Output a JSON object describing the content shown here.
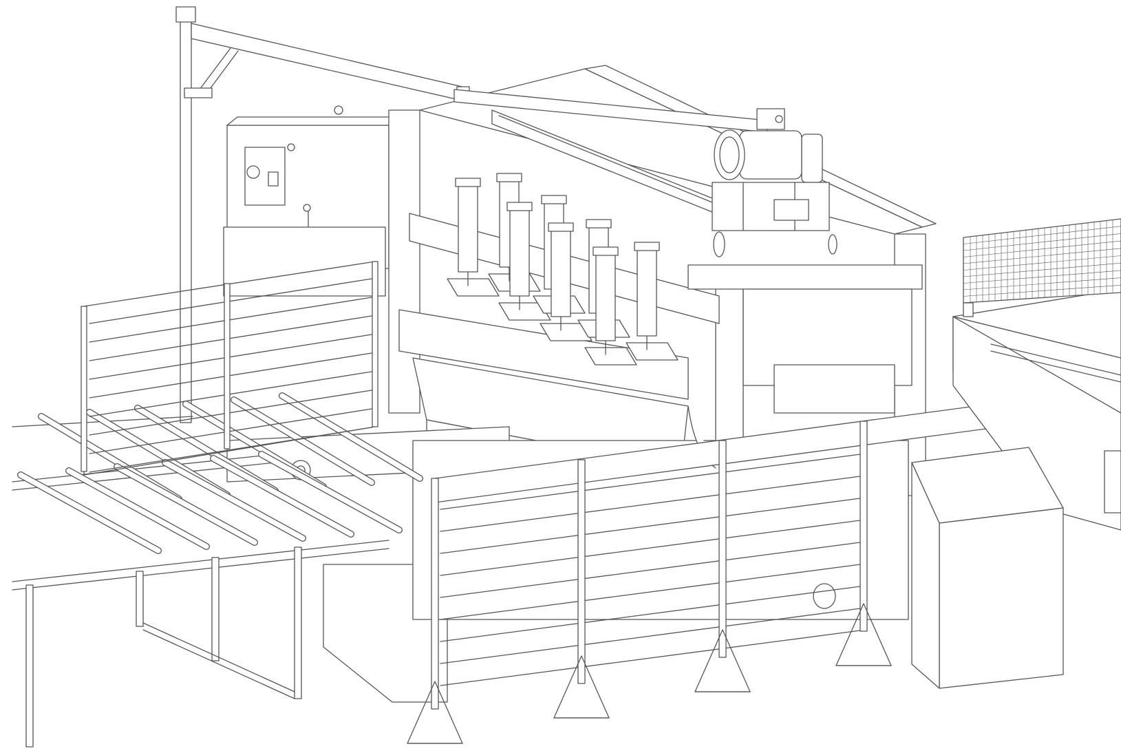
{
  "drawing": {
    "background": "#ffffff",
    "line_color": "#555555",
    "components": [
      {
        "id": "jib-crane"
      },
      {
        "id": "control-cabinet"
      },
      {
        "id": "saw-gantry"
      },
      {
        "id": "drive-motor"
      },
      {
        "id": "clamping-cylinders"
      },
      {
        "id": "safety-fence"
      },
      {
        "id": "infeed-roller-conveyor"
      },
      {
        "id": "outfeed-table"
      },
      {
        "id": "operator-console"
      },
      {
        "id": "mesh-guard"
      }
    ]
  }
}
